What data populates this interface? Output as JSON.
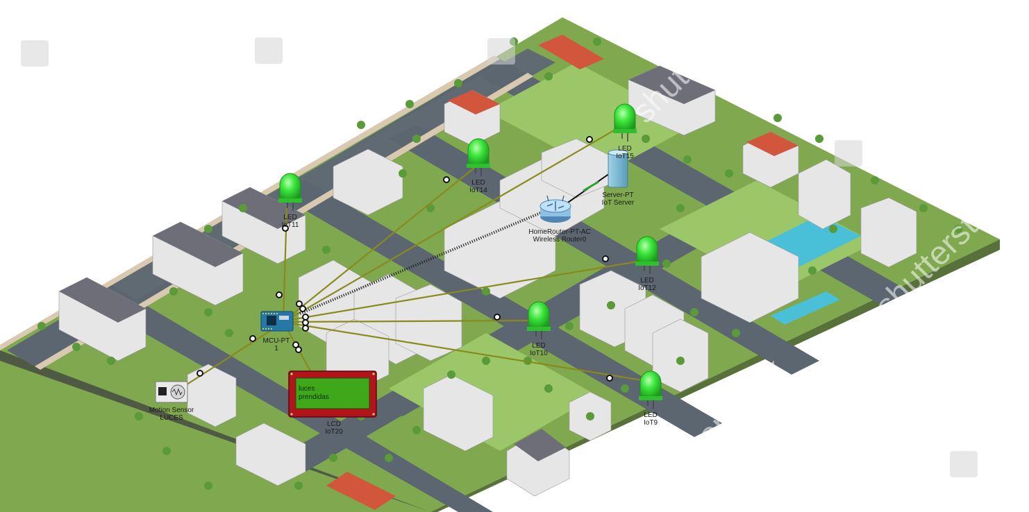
{
  "devices": {
    "led_iot11": {
      "type": "LED",
      "name": "IoT11"
    },
    "led_iot14": {
      "type": "LED",
      "name": "IoT14"
    },
    "led_iot15": {
      "type": "LED",
      "name": "IoT15"
    },
    "led_iot12": {
      "type": "LED",
      "name": "IoT12"
    },
    "led_iot10": {
      "type": "LED",
      "name": "IoT10"
    },
    "led_iot9": {
      "type": "LED",
      "name": "IoT9"
    },
    "server": {
      "type": "Server-PT",
      "name": "IoT Server"
    },
    "router": {
      "type": "HomeRouter-PT-AC",
      "name": "Wireless Router0"
    },
    "mcu": {
      "type": "MCU-PT",
      "name": "1"
    },
    "lcd": {
      "type": "LCD",
      "name": "IoT20",
      "text_line1": "luces",
      "text_line2": "prendidas"
    },
    "motion": {
      "type": "Motion Sensor",
      "name": "LUCES"
    }
  },
  "watermark": {
    "text": "shutterstock"
  },
  "colors": {
    "grass": "#8cbf5a",
    "road": "#5b6670",
    "cable": "#8a8a1c",
    "led_on": "#39e83a",
    "lcd_bg": "#3fa81a",
    "lcd_frame": "#b3141b"
  }
}
